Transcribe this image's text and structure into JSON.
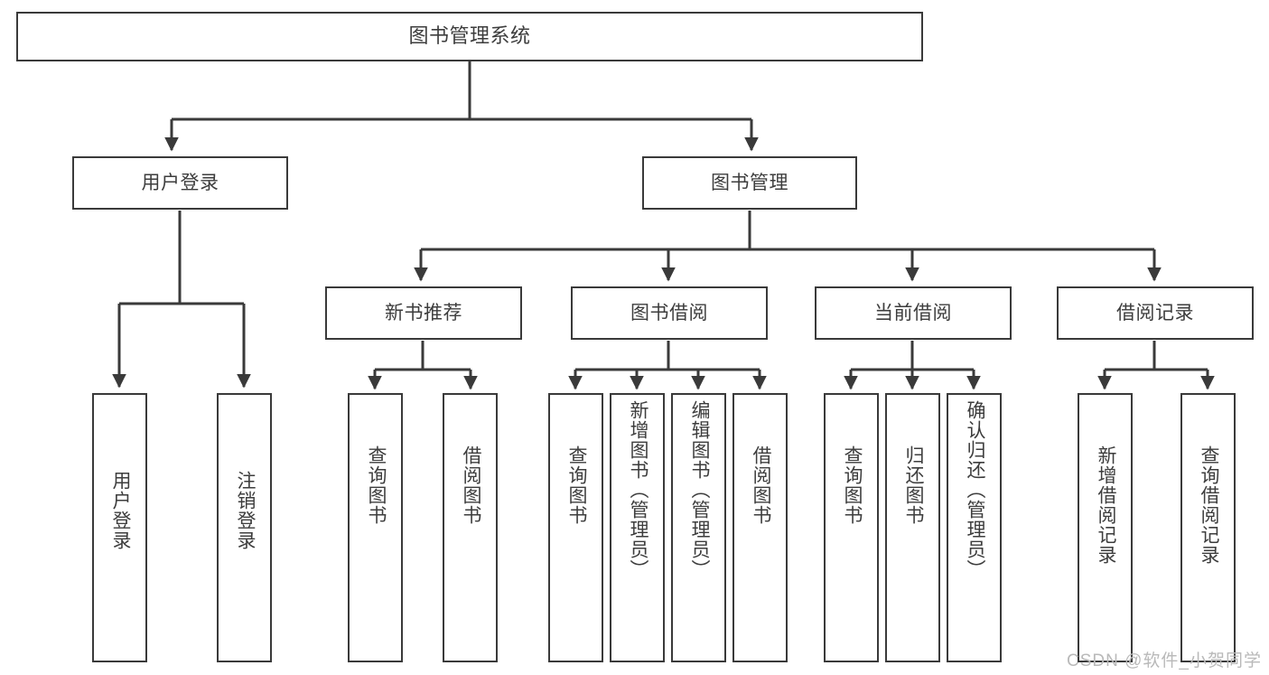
{
  "diagram": {
    "title": "图书管理系统",
    "type": "hierarchy-tree",
    "watermark": "CSDN @软件_小贺同学",
    "colors": {
      "stroke": "#3a3a3a",
      "text": "#3d3d3d",
      "background": "#ffffff",
      "watermark": "#b9b9b9"
    },
    "nodes": {
      "root": {
        "label": "图书管理系统"
      },
      "level2": [
        {
          "label": "用户登录"
        },
        {
          "label": "图书管理"
        }
      ],
      "level3": [
        {
          "label": "新书推荐"
        },
        {
          "label": "图书借阅"
        },
        {
          "label": "当前借阅"
        },
        {
          "label": "借阅记录"
        }
      ],
      "leaves": {
        "user_login": [
          {
            "label": "用户登录"
          },
          {
            "label": "注销登录"
          }
        ],
        "new_book": [
          {
            "label": "查询图书"
          },
          {
            "label": "借阅图书"
          }
        ],
        "book_borrow": [
          {
            "label": "查询图书"
          },
          {
            "label": "新增图书（管理员）"
          },
          {
            "label": "编辑图书（管理员）"
          },
          {
            "label": "借阅图书"
          }
        ],
        "current_borrow": [
          {
            "label": "查询图书"
          },
          {
            "label": "归还图书"
          },
          {
            "label": "确认归还（管理员）"
          }
        ],
        "borrow_record": [
          {
            "label": "新增借阅记录"
          },
          {
            "label": "查询借阅记录"
          }
        ]
      }
    }
  }
}
